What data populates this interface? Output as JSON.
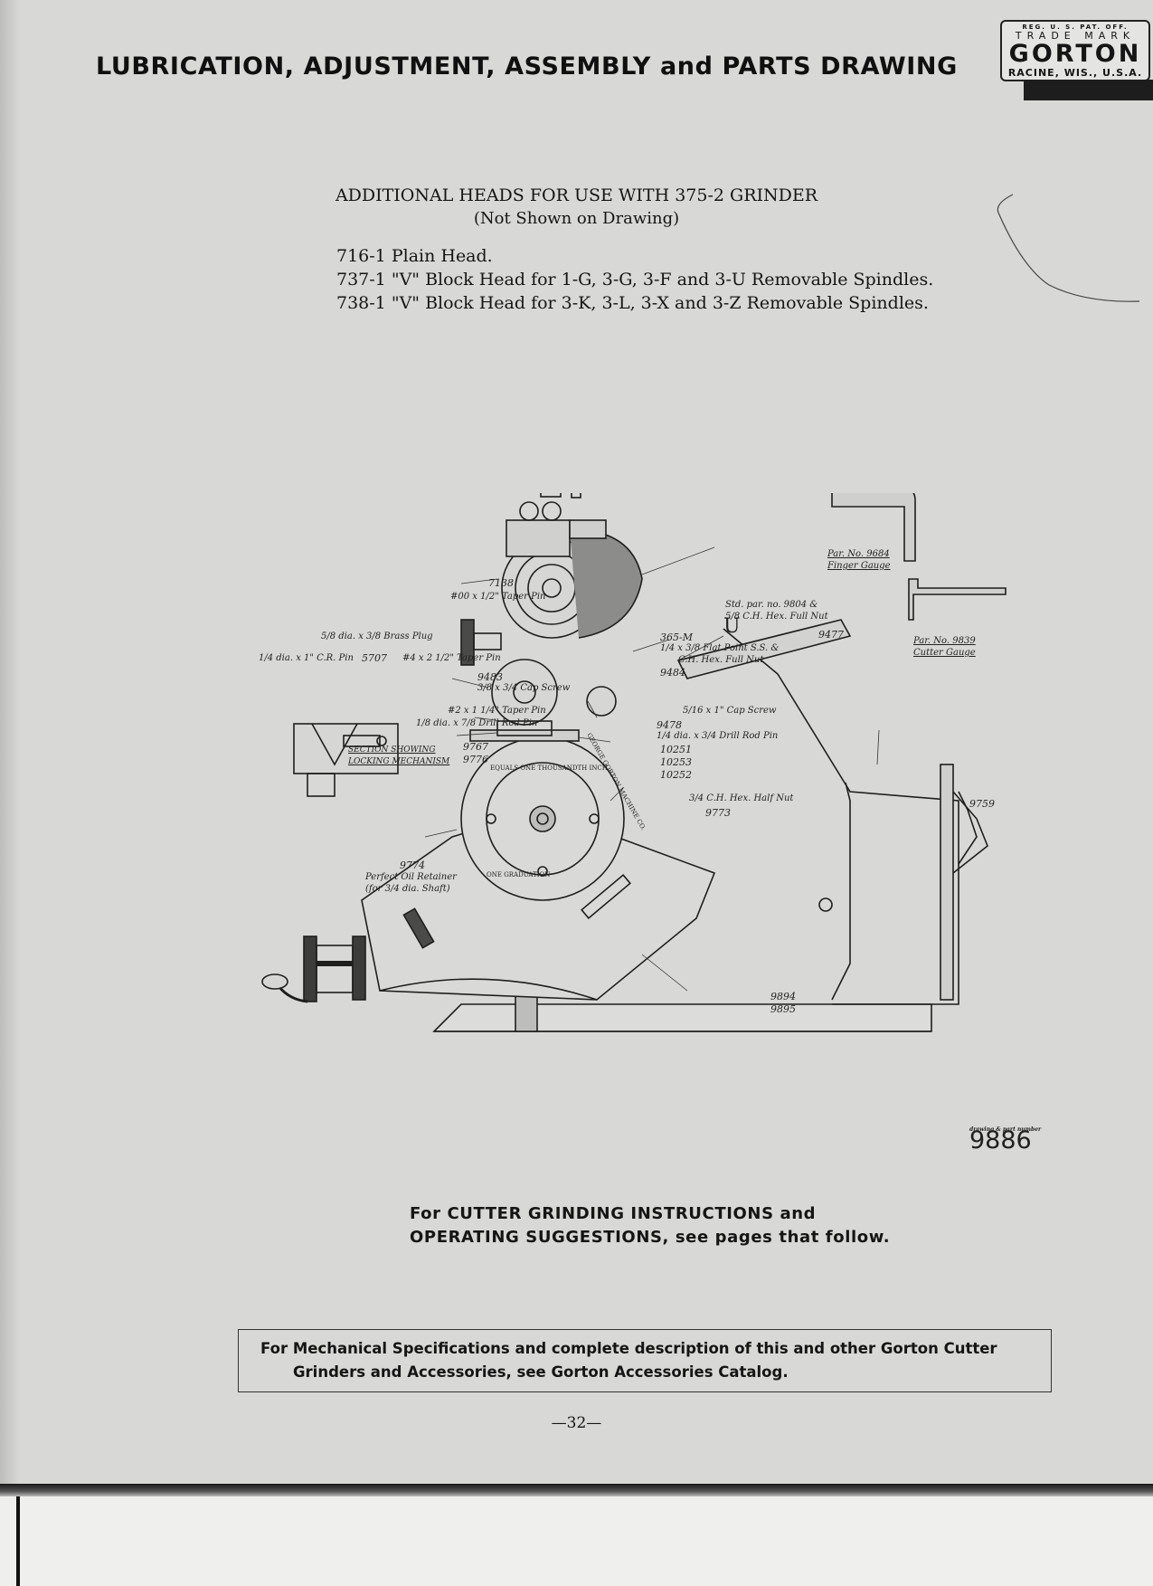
{
  "header": {
    "title": "LUBRICATION, ADJUSTMENT, ASSEMBLY and PARTS DRAWING"
  },
  "logo": {
    "registered": "REG. U. S. PAT. OFF.",
    "trademark": "TRADE MARK",
    "name": "GORTON",
    "location": "RACINE, WIS., U.S.A."
  },
  "additional_heads": {
    "title": "ADDITIONAL HEADS FOR USE WITH 375-2 GRINDER",
    "subtitle": "(Not Shown on Drawing)",
    "items": [
      {
        "part": "716-1",
        "description": "Plain Head."
      },
      {
        "part": "737-1",
        "description": "\"V\" Block Head for 1-G, 3-G, 3-F and 3-U Removable Spindles."
      },
      {
        "part": "738-1",
        "description": "\"V\" Block Head for 3-K, 3-L, 3-X and 3-Z Removable Spindles."
      }
    ]
  },
  "drawing": {
    "labels": {
      "finger_gauge_part": "Par. No. 9684",
      "finger_gauge": "Finger Gauge",
      "cutter_gauge_part": "Par. No. 9839",
      "cutter_gauge": "Cutter Gauge",
      "nut_part": "Std. par. no. 9804 &",
      "nut": "5/8 C.H. Hex. Full Nut",
      "p7138": "7138",
      "taper_pin_00": "#00 x 1/2\" Taper Pin",
      "u_mark": "U",
      "p365m": "365-M",
      "flat_point": "1/4 x 3/8 Flat Point S.S. &",
      "hex_full_nut": "C.H. Hex. Full Nut",
      "p9477": "9477",
      "p9484": "9484",
      "brass_plug": "5/8 dia. x 3/8 Brass Plug",
      "cr_pin": "1/4 dia. x 1\" C.R. Pin",
      "p5707": "5707",
      "taper_pin_4": "#4 x 2 1/2\" Taper Pin",
      "p9483": "9483",
      "cap_screw": "3/8 x 3/4 Cap Screw",
      "taper_pin_2": "#2 x 1 1/4\" Taper Pin",
      "drill_rod_pin_1": "1/8 dia. x 7/8 Drill Rod Pin",
      "section_1": "SECTION SHOWING",
      "section_2": "LOCKING MECHANISM",
      "p9767": "9767",
      "p9776": "9776",
      "cap_screw_2": "5/16 x 1\" Cap Screw",
      "p9478": "9478",
      "drill_rod_pin_2": "1/4 dia. x 3/4 Drill Rod Pin",
      "p10251": "10251",
      "p10253": "10253",
      "p10252": "10252",
      "p9759": "9759",
      "half_nut": "3/4 C.H. Hex. Half Nut",
      "p9773": "9773",
      "p9774": "9774",
      "oil_retainer": "Perfect Oil Retainer",
      "shaft": "(for 3/4 dia. Shaft)",
      "p9894": "9894",
      "p9895": "9895",
      "dial_text_1": "EQUALS ONE THOUSANDTH INCH",
      "dial_text_2": "GEORGE GORTON MACHINE CO.",
      "dial_text_3": "ONE GRADUATION",
      "drawing_no_caption": "drawing & part number"
    }
  },
  "drawing_number": "9886",
  "instructions": {
    "line1": "For CUTTER GRINDING INSTRUCTIONS and",
    "line2": "OPERATING SUGGESTIONS, see pages that follow."
  },
  "catalog_note": {
    "line1": "For Mechanical Specifications and complete description of this and other Gorton Cutter",
    "line2": "Grinders and Accessories, see Gorton Accessories Catalog."
  },
  "page_number": "—32—"
}
